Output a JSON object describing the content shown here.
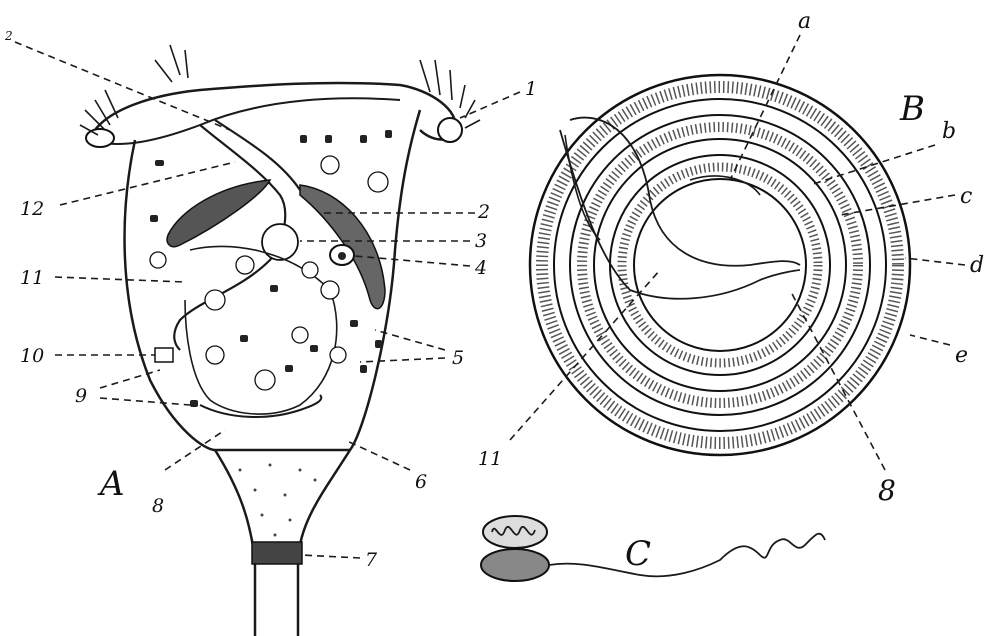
{
  "figure": {
    "panel_labels": {
      "a": "A",
      "b": "B",
      "c": "C"
    },
    "panel_a_labels": [
      "1",
      "2",
      "3",
      "4",
      "5",
      "5",
      "6",
      "7",
      "8",
      "9",
      "10",
      "11",
      "12",
      "2"
    ],
    "panel_b_labels": [
      "a",
      "b",
      "c",
      "d",
      "e",
      "8",
      "11"
    ]
  }
}
